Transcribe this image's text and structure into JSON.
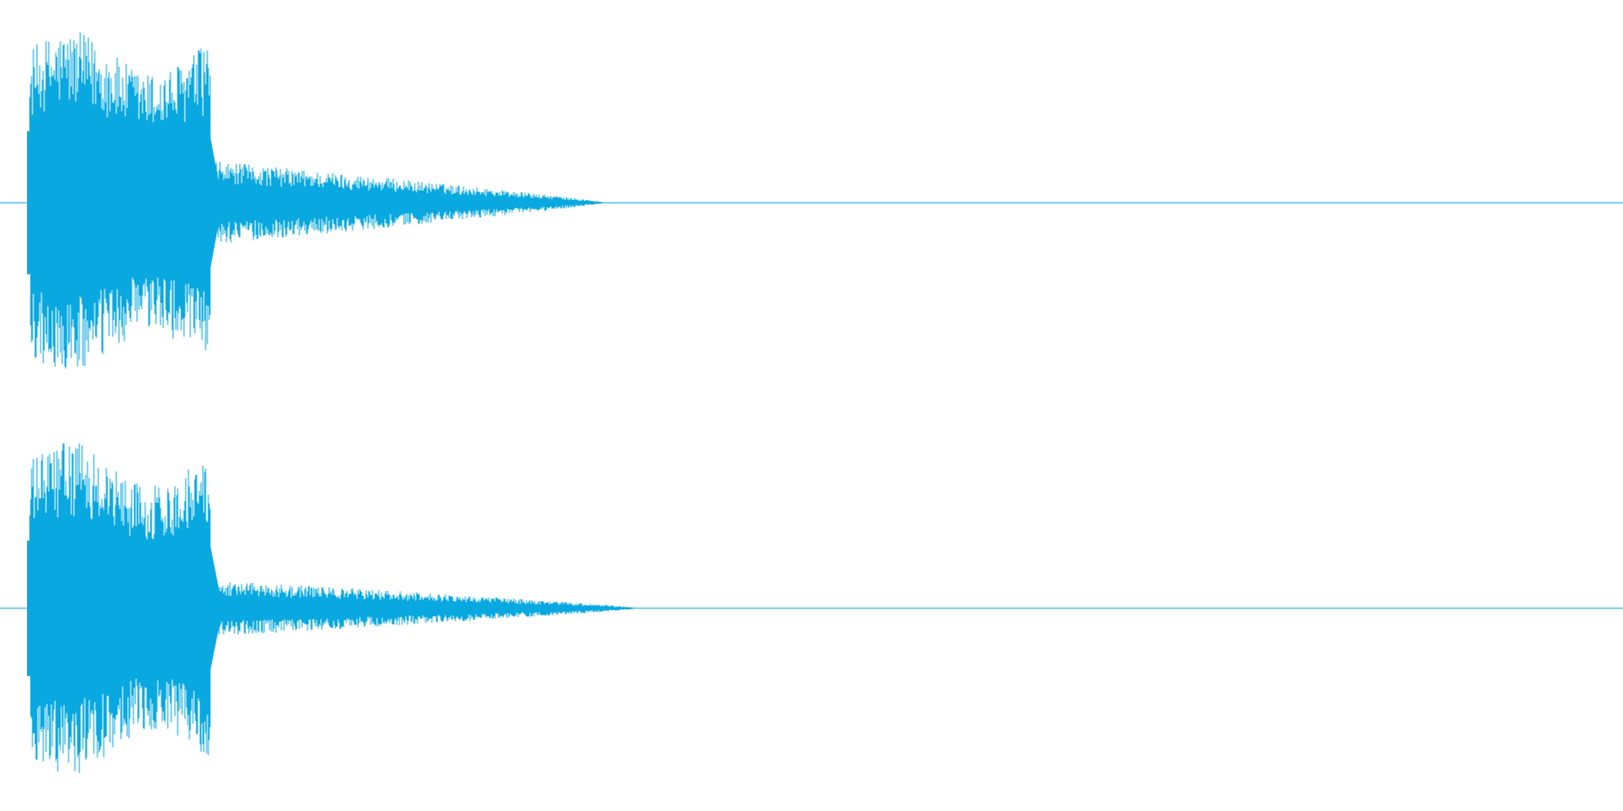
{
  "waveform": {
    "color": "#0aa8e0",
    "background": "#ffffff",
    "channels": [
      {
        "name": "",
        "envelope": {
          "attack_peak": 0.98,
          "sustain_level": 0.74,
          "decay_end_time": 0.36,
          "tail_level": 0.18
        }
      },
      {
        "name": "",
        "envelope": {
          "attack_peak": 0.95,
          "sustain_level": 0.7,
          "decay_end_time": 0.38,
          "tail_level": 0.12
        }
      }
    ]
  }
}
